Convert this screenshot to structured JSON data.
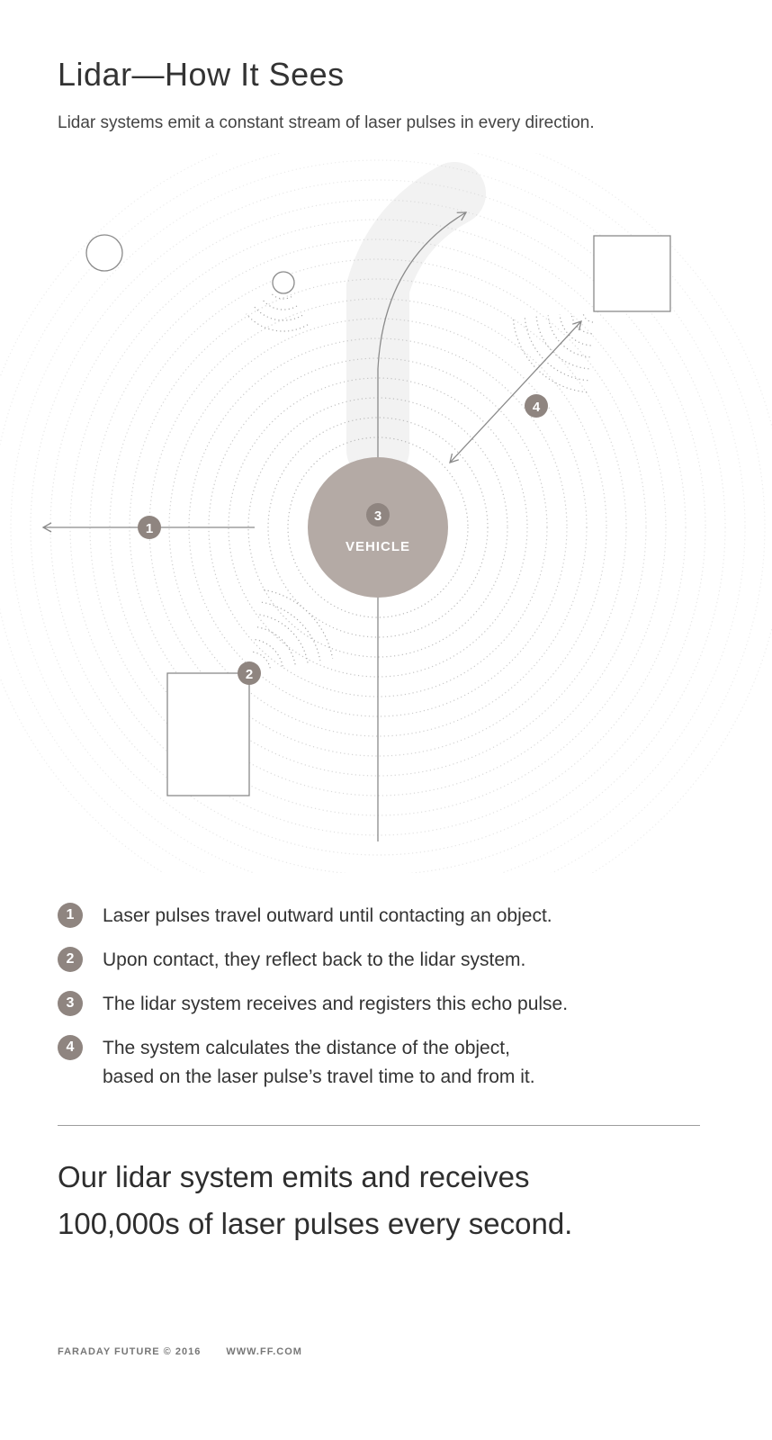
{
  "header": {
    "title": "Lidar—How It Sees",
    "subtitle": "Lidar systems emit a constant stream of laser pulses in every direction."
  },
  "diagram": {
    "vehicle_label": "VEHICLE",
    "markers": {
      "m1": "1",
      "m2": "2",
      "m3": "3",
      "m4": "4"
    },
    "colors": {
      "vehicle": "#b4aaa5",
      "marker": "#8f8580",
      "stroke": "#8a8a8a",
      "rings": "#c8c8c8",
      "beam": "#f2f2f2"
    }
  },
  "steps": [
    {
      "num": "1",
      "text": "Laser pulses travel outward until contacting an object."
    },
    {
      "num": "2",
      "text": "Upon contact, they reflect back to the lidar system."
    },
    {
      "num": "3",
      "text": "The lidar system receives and registers this echo pulse."
    },
    {
      "num": "4",
      "text": "The system calculates the distance of the object,\nbased on the laser pulse’s travel time to and from it."
    }
  ],
  "headline": "Our lidar system emits and receives\n100,000s of laser pulses every second.",
  "footer": {
    "copyright": "FARADAY FUTURE © 2016",
    "url": "WWW.FF.COM"
  }
}
